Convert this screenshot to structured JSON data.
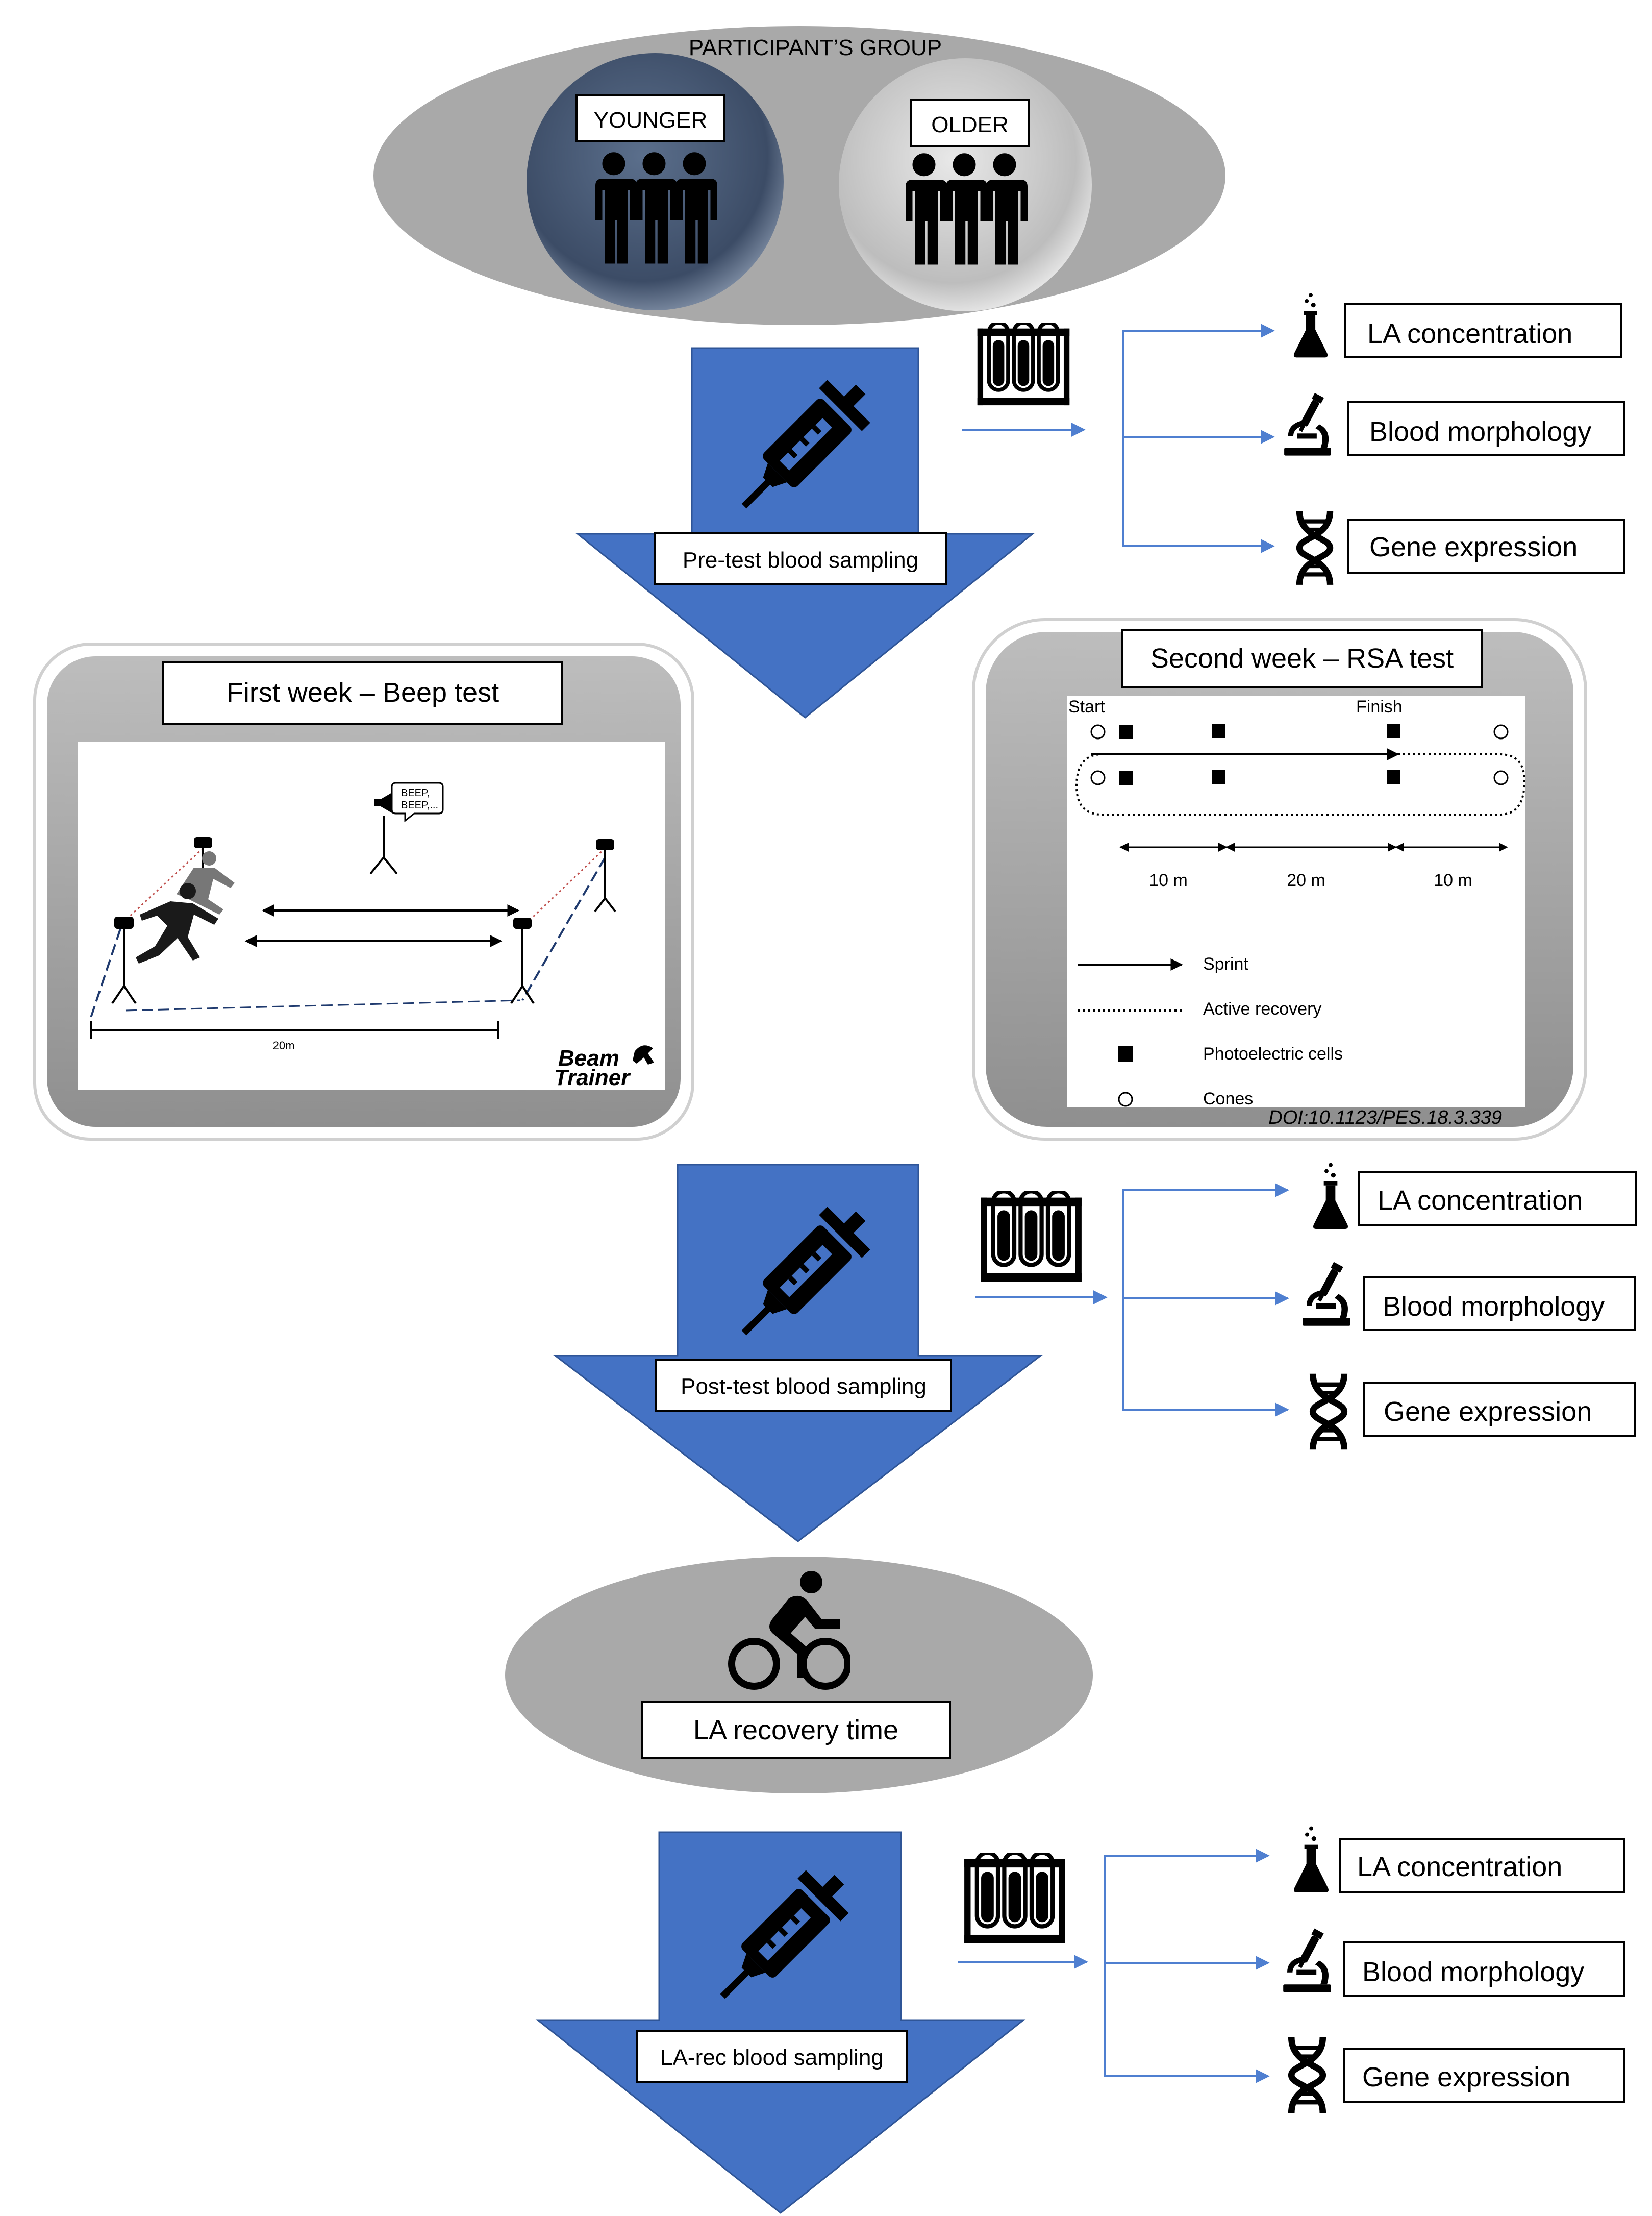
{
  "participants": {
    "group_label": "PARTICIPANT’S GROUP",
    "younger_label": "YOUNGER",
    "older_label": "OLDER"
  },
  "sampling": [
    {
      "label": "Pre-test blood sampling",
      "outcomes": [
        "LA concentration",
        "Blood morphology",
        "Gene expression"
      ]
    },
    {
      "label": "Post-test blood sampling",
      "outcomes": [
        "LA concentration",
        "Blood morphology",
        "Gene expression"
      ]
    },
    {
      "label": "LA-rec blood sampling",
      "outcomes": [
        "LA concentration",
        "Blood morphology",
        "Gene expression"
      ]
    }
  ],
  "beep_test": {
    "title": "First week – Beep test",
    "speech": [
      "BEEP,",
      "BEEP,..."
    ],
    "distance": "20m",
    "logo": [
      "Beam",
      "Trainer"
    ]
  },
  "rsa_test": {
    "title": "Second week – RSA test",
    "start": "Start",
    "finish": "Finish",
    "distances": [
      "10 m",
      "20 m",
      "10 m"
    ],
    "legend": [
      "Sprint",
      "Active recovery",
      "Photoelectric cells",
      "Cones"
    ],
    "doi": "DOI:10.1123/PES.18.3.339"
  },
  "recovery": {
    "label": "LA recovery time"
  },
  "colors": {
    "arrow_blue": "#4472C4",
    "connector_blue": "#4F7FD0",
    "ellipse_grey": "#A6A6A6",
    "younger_circle": "#44546A",
    "older_circle": "#BFBFBF"
  },
  "icons": [
    "syringe-icon",
    "test-tubes-icon",
    "flask-icon",
    "microscope-icon",
    "dna-icon",
    "people-icon",
    "cyclist-icon",
    "megaphone-icon"
  ]
}
